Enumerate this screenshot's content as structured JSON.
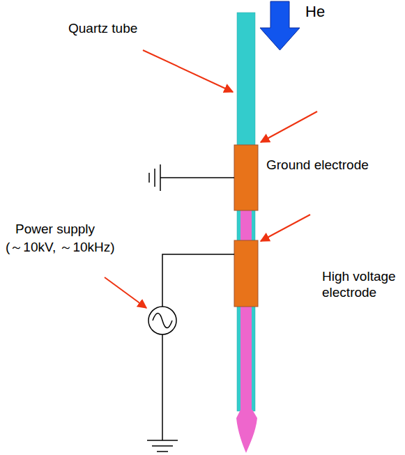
{
  "diagram": {
    "labels": [
      "He",
      "Quartz tube",
      "Ground electrode",
      "High voltage electrode",
      "Power supply",
      "(～10kV, ～10kHz)"
    ]
  }
}
